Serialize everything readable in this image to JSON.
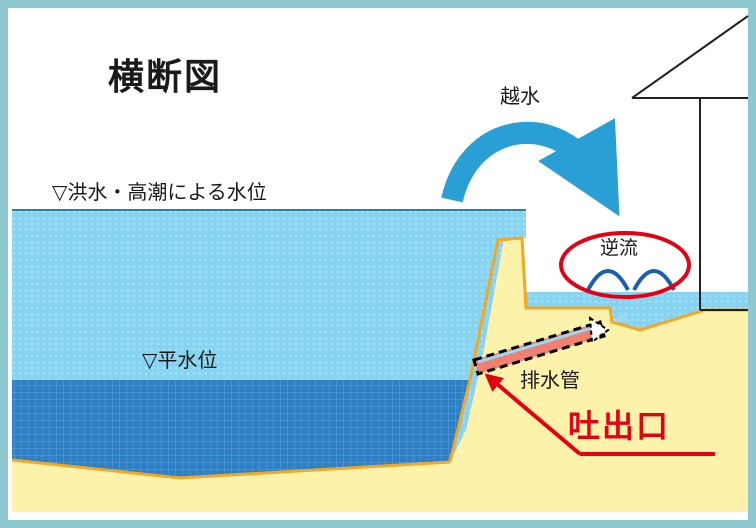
{
  "title": "横断図",
  "labels": {
    "overflow": "越水",
    "flood_level": "▽洪水・高潮による水位",
    "normal_level": "▽平水位",
    "backflow": "逆流",
    "drain_pipe": "排水管",
    "outlet": "吐出口"
  },
  "colors": {
    "frame": "#8ec9d2",
    "water_light": "#7fd0f0",
    "water_deep": "#2f7fc4",
    "ground": "#fdf2a9",
    "ground_edge": "#f5a623",
    "arrow_blue": "#2a9fd6",
    "highlight_red": "#e60012",
    "pipe_fill": "#f08070"
  },
  "icons": {
    "overflow_arrow": "curved-arrow-icon",
    "backflow_arches": "backflow-arch-icon",
    "outlet_pointer": "red-arrow-icon",
    "house": "house-icon"
  }
}
